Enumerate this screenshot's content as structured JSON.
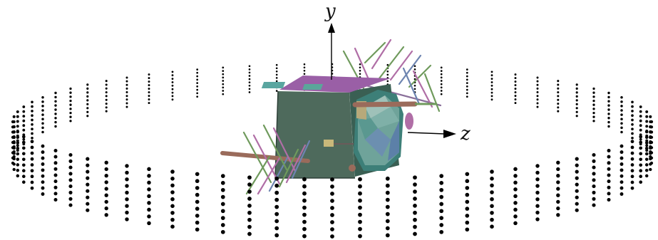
{
  "axes": {
    "y_label": "y",
    "z_label": "z"
  },
  "colors": {
    "background": "#ffffff",
    "probe_dot": "#000000",
    "axis": "#000000",
    "body_front": "#4e6a5c",
    "body_top": "#9a5fa6",
    "body_side": "#3a5f53",
    "dish_face": "#6fa39a",
    "dish_shadow": "#3d7f78",
    "dish_rim": "#b7a97a",
    "antenna_pink": "#b06ea6",
    "antenna_green": "#6f9a5c",
    "antenna_blue": "#6d84b0",
    "boom": "#9a6b5b"
  },
  "scene": {
    "object": "satellite-model",
    "probe_ring_columns": 72,
    "probe_points_per_column": 9
  }
}
